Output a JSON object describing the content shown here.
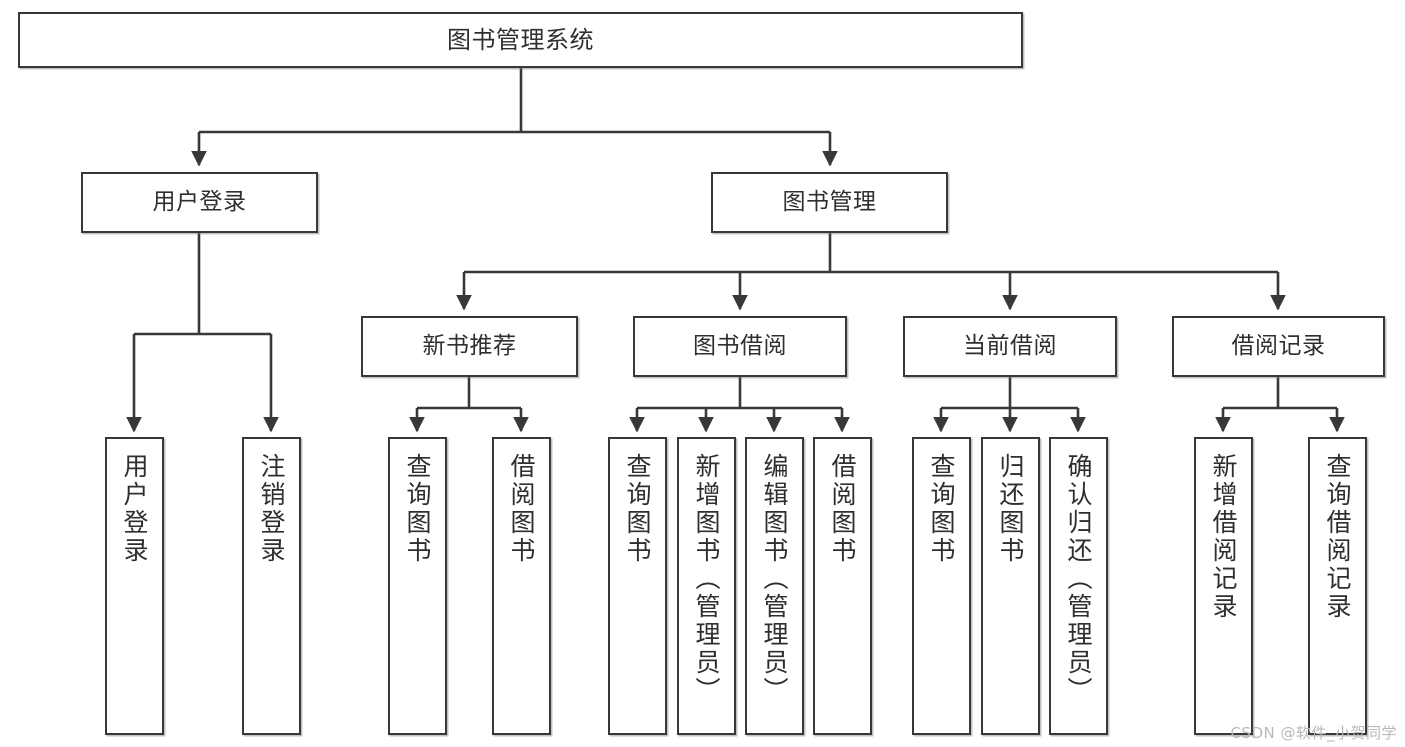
{
  "diagram": {
    "title": "图书管理系统",
    "watermark": "CSDN @软件_小贺同学",
    "stroke_color": "#38383a",
    "text_color": "#2f2f2f",
    "background_color": "#ffffff",
    "watermark_color": "#b9b9b9",
    "type": "tree-hierarchy",
    "root": {
      "label": "图书管理系统"
    },
    "level1": [
      {
        "label": "用户登录"
      },
      {
        "label": "图书管理"
      }
    ],
    "level2": [
      {
        "label": "新书推荐"
      },
      {
        "label": "图书借阅"
      },
      {
        "label": "当前借阅"
      },
      {
        "label": "借阅记录"
      }
    ],
    "leaves": {
      "user_login": [
        {
          "label": "用户登录"
        },
        {
          "label": "注销登录"
        }
      ],
      "new_book_recommend": [
        {
          "label": "查询图书"
        },
        {
          "label": "借阅图书"
        }
      ],
      "book_borrow": [
        {
          "label": "查询图书"
        },
        {
          "label": "新增图书（管理员）"
        },
        {
          "label": "编辑图书（管理员）"
        },
        {
          "label": "借阅图书"
        }
      ],
      "current_borrow": [
        {
          "label": "查询图书"
        },
        {
          "label": "归还图书"
        },
        {
          "label": "确认归还（管理员）"
        }
      ],
      "borrow_record": [
        {
          "label": "新增借阅记录"
        },
        {
          "label": "查询借阅记录"
        }
      ]
    }
  }
}
